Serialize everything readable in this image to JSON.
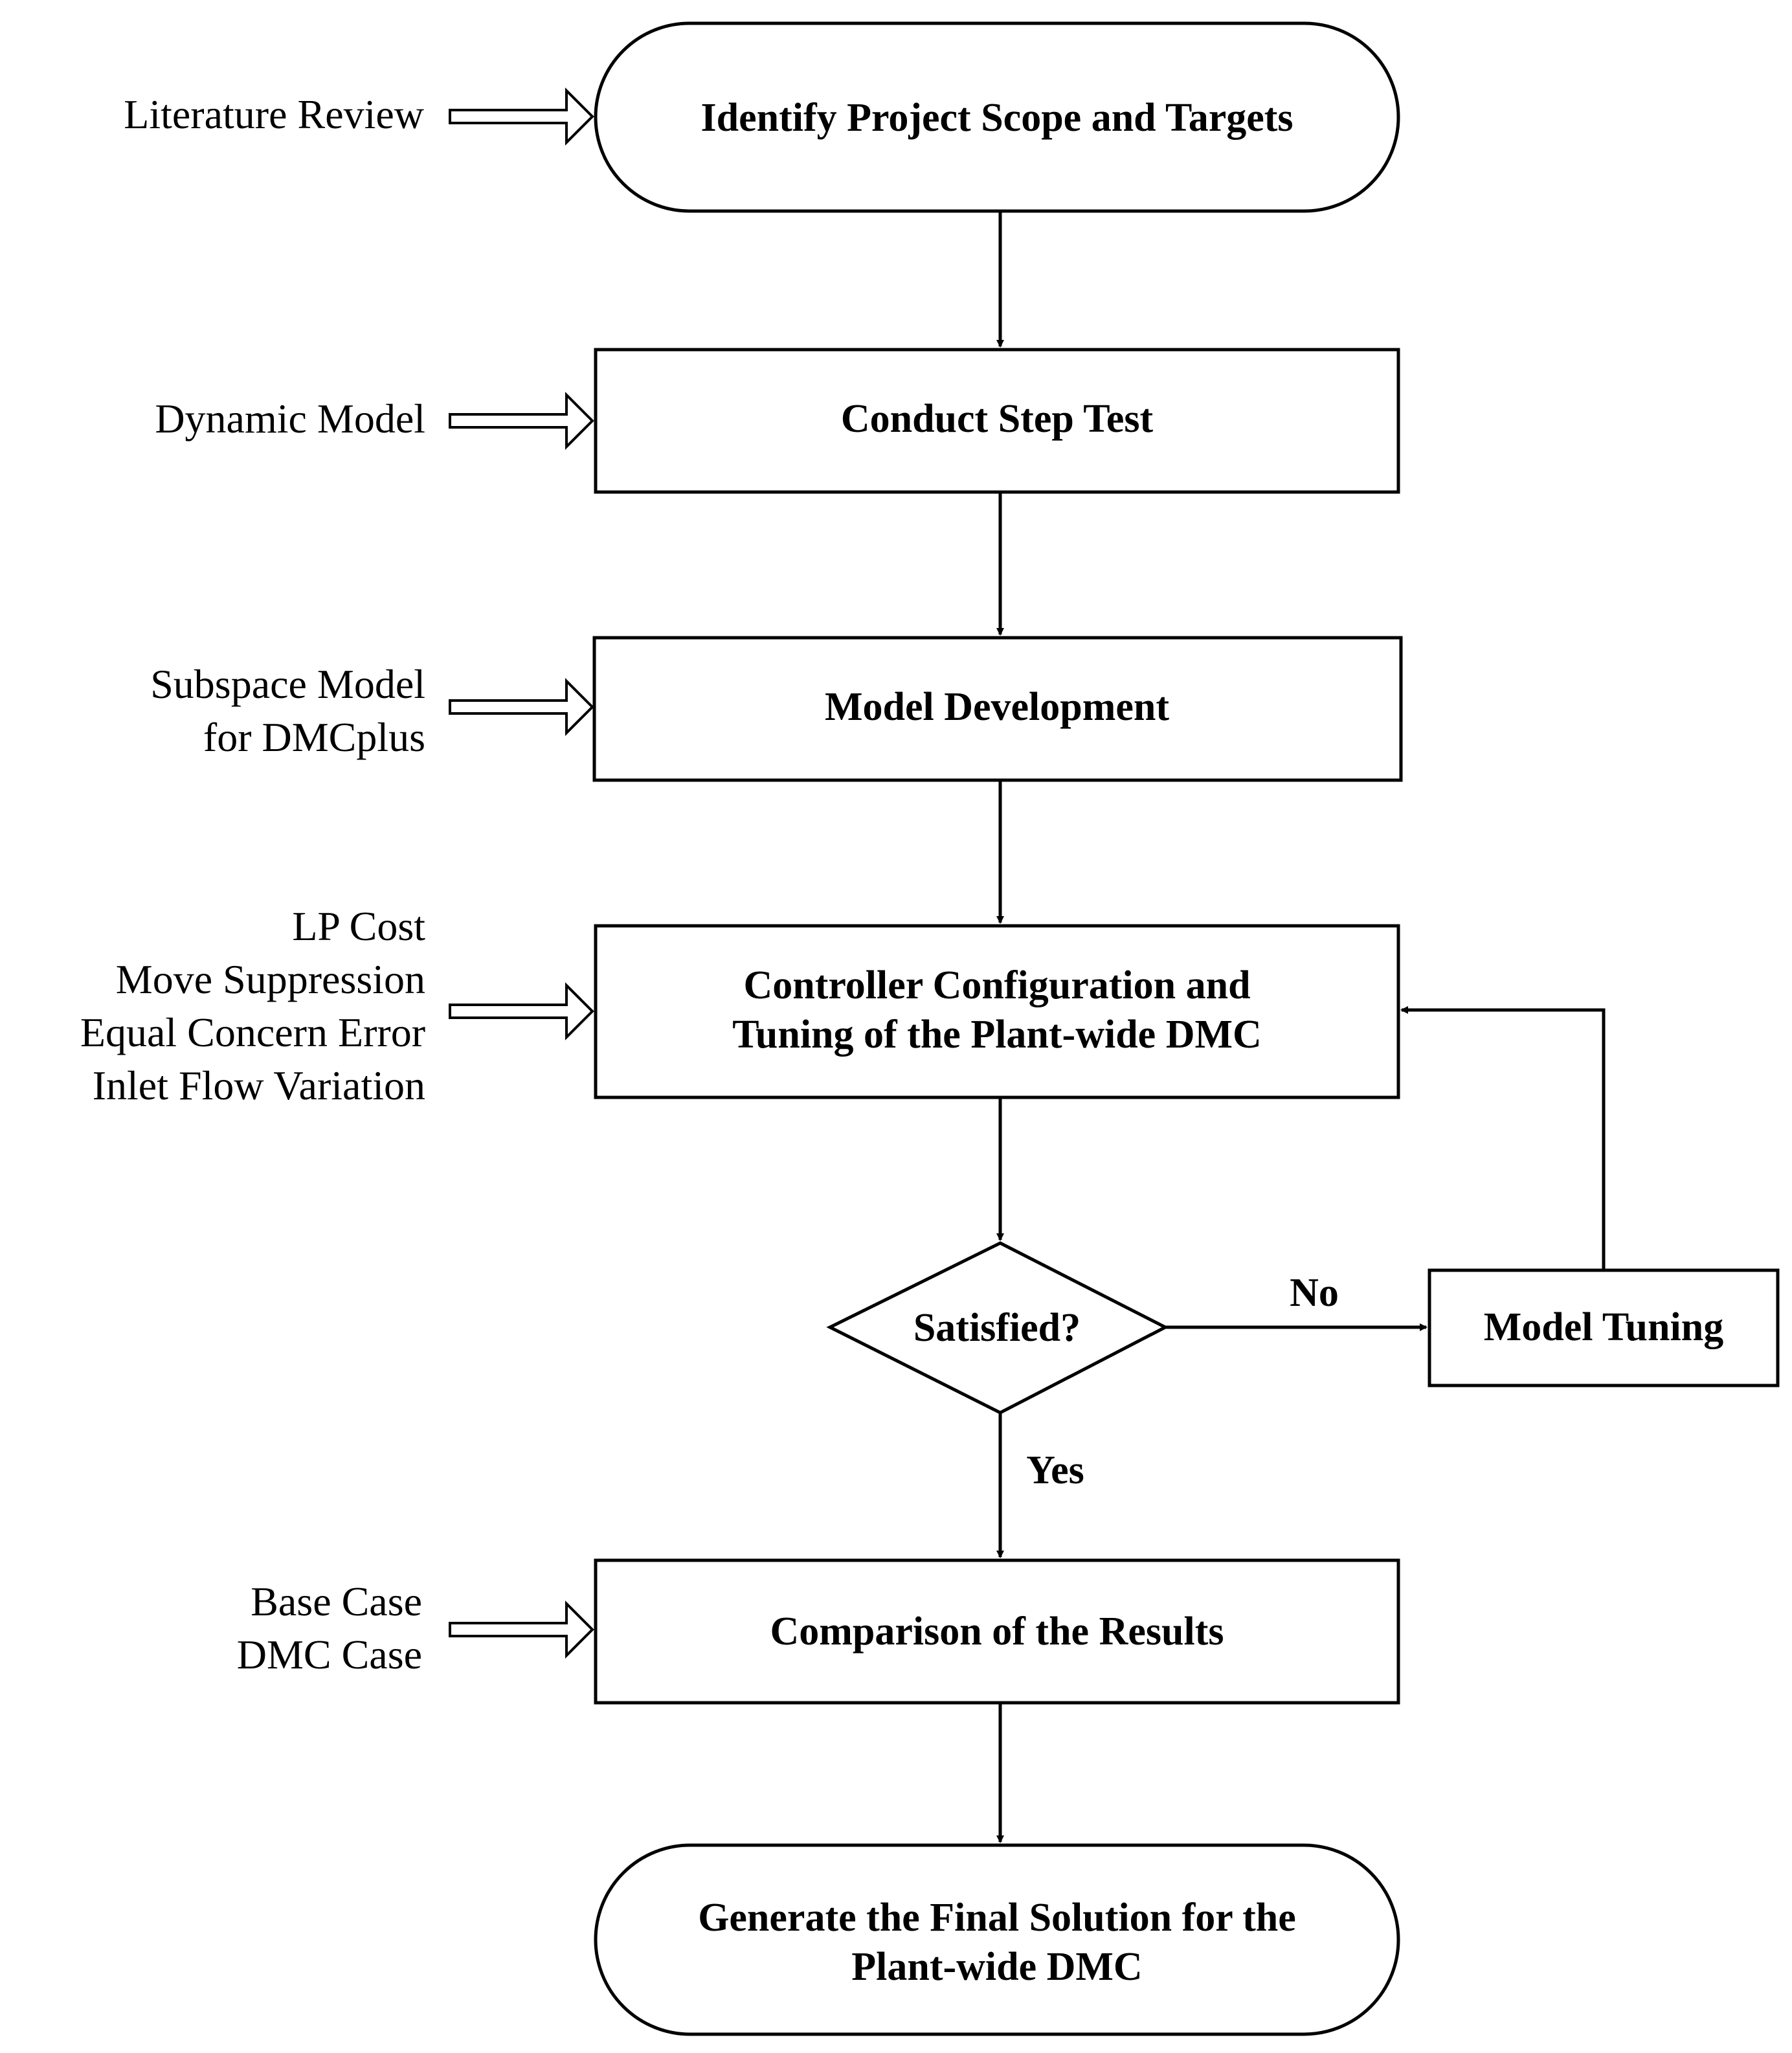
{
  "flowchart": {
    "start": {
      "line1": "Identify Project Scope and Targets"
    },
    "step_test": {
      "line1": "Conduct Step Test"
    },
    "model_dev": {
      "line1": "Model Development"
    },
    "controller": {
      "line1": "Controller Configuration and",
      "line2": "Tuning of the Plant-wide DMC"
    },
    "decision": {
      "line1": "Satisfied?"
    },
    "model_tuning": {
      "line1": "Model Tuning"
    },
    "comparison": {
      "line1": "Comparison of the Results"
    },
    "end": {
      "line1": "Generate the Final Solution for the",
      "line2": "Plant-wide DMC"
    }
  },
  "edge_labels": {
    "no": "No",
    "yes": "Yes"
  },
  "inputs": {
    "start": [
      "Literature Review"
    ],
    "step_test": [
      "Dynamic Model"
    ],
    "model_dev": [
      "Subspace Model",
      "for DMCplus"
    ],
    "controller": [
      "LP Cost",
      "Move Suppression",
      "Equal Concern Error",
      "Inlet Flow Variation"
    ],
    "comparison": [
      "Base Case",
      "DMC Case"
    ]
  }
}
